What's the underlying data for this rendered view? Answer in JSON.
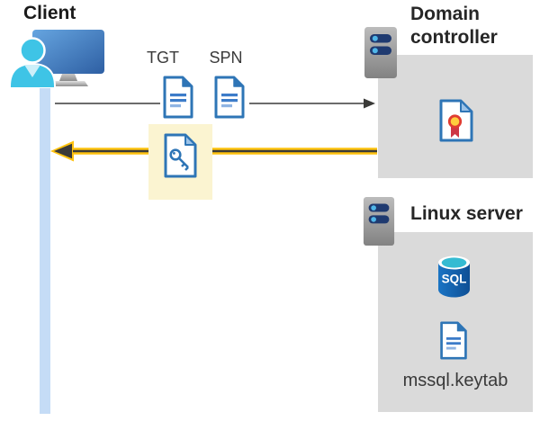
{
  "title": "Kerberos authentication flow diagram",
  "client": {
    "label": "Client"
  },
  "flow": {
    "tgt_label": "TGT",
    "spn_label": "SPN"
  },
  "domain_controller": {
    "label_line1": "Domain",
    "label_line2": "controller"
  },
  "linux_server": {
    "label": "Linux server",
    "sql_badge": "SQL",
    "keytab_filename": "mssql.keytab"
  },
  "icons": {
    "client": "user-at-monitor-icon",
    "tgt": "document-icon",
    "spn": "document-icon",
    "service_ticket": "key-document-icon",
    "domain_controller": "server-icon",
    "certificate": "certificate-icon",
    "linux_server": "server-icon",
    "database": "sql-database-icon",
    "keytab": "document-icon"
  },
  "colors": {
    "accent_gold": "#FFC20E",
    "highlight_yellow": "#FBF4D1",
    "panel_gray": "#DADADA",
    "doc_blue": "#2E75B6",
    "doc_line_blue": "#3D7CC9",
    "person_cyan": "#3EC4E6",
    "client_bar_blue": "#C5DCF6",
    "sql_blue": "#1464B4",
    "arrow_dark": "#3A3A38",
    "arrow_gray": "#6B6B6B",
    "label_dark": "#262626"
  }
}
